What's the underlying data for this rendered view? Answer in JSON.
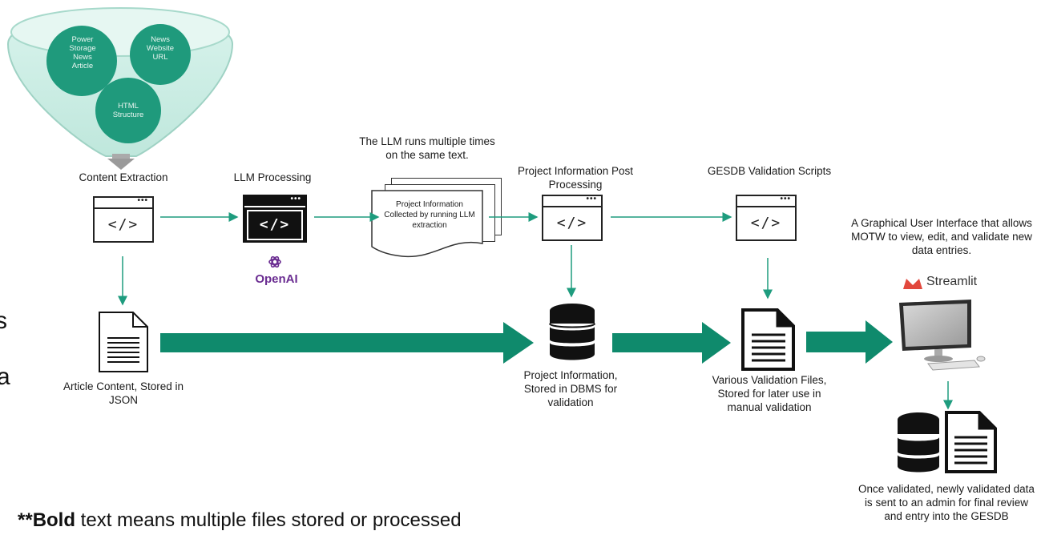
{
  "sources": {
    "power_storage": "Power Storage News Article",
    "news_website": "News Website URL",
    "html_structure": "HTML Structure"
  },
  "steps": {
    "content_extraction": "Content Extraction",
    "llm_processing": "LLM Processing",
    "llm_runs_note": "The LLM runs multiple times on the same text.",
    "project_info_collected": "Project Information Collected by running LLM extraction",
    "post_processing": "Project Information Post Processing",
    "gesdb_validation": "GESDB Validation Scripts",
    "openai_label": "OpenAI",
    "gui_description": "A Graphical User Interface that allows MOTW to view, edit, and validate new data entries.",
    "streamlit_label": "Streamlit"
  },
  "outputs": {
    "article_content": "Article Content, Stored in JSON",
    "project_information": "Project Information, Stored in DBMS for validation",
    "validation_files": "Various Validation Files, Stored for later use in manual validation",
    "final_note": "Once validated, newly validated data is sent to an admin for final review and entry into the GESDB"
  },
  "edge_fragments": {
    "left_s": "s",
    "left_a": "a"
  },
  "legend": {
    "bold_word": "Bold",
    "prefix": "**",
    "rest": " text means multiple files stored or processed"
  },
  "colors": {
    "teal": "#0f8a6c",
    "teal_light": "#1e9c7e",
    "funnel": "#c9ece3",
    "openai_purple": "#6a2c91",
    "streamlit_red": "#e2483d"
  },
  "icons": [
    "code-window-icon",
    "document-icon",
    "database-icon",
    "openai-icon",
    "streamlit-icon",
    "computer-icon"
  ]
}
